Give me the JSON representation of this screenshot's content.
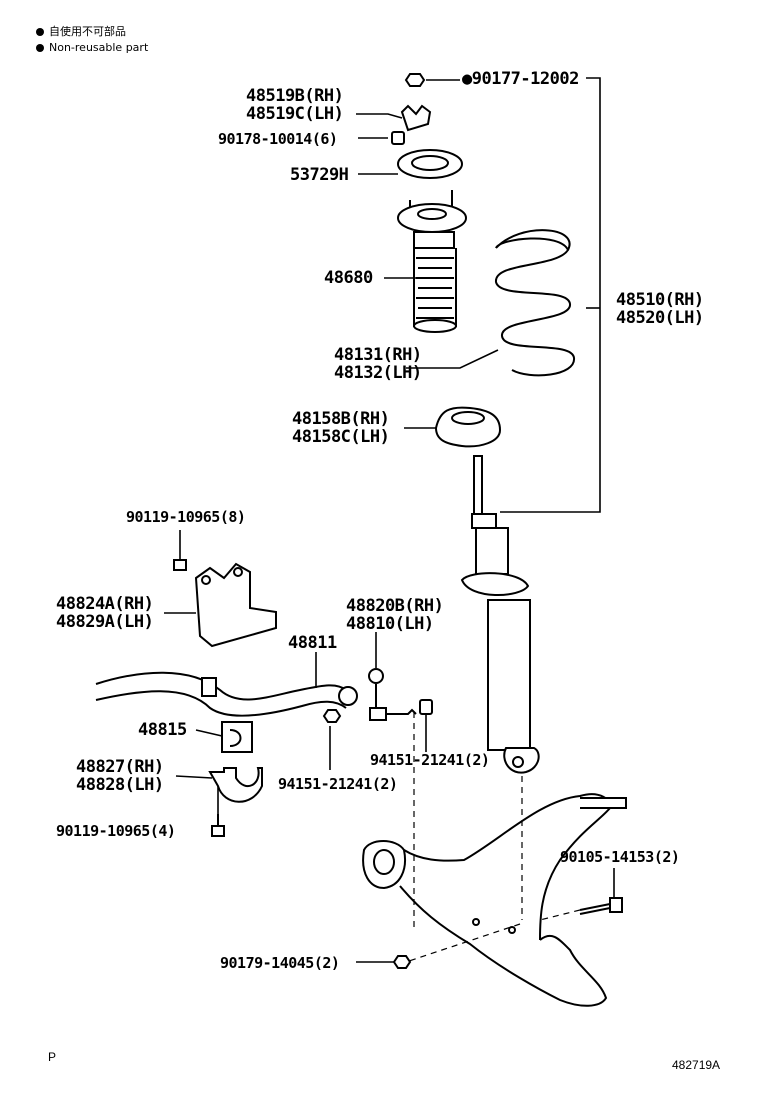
{
  "legend": {
    "line1": "自使用不可部品",
    "line2": "Non-reusable part"
  },
  "labels": {
    "p90177": "●90177-12002",
    "p48519b": "48519B(RH)",
    "p48519c": "48519C(LH)",
    "p90178": "90178-10014(6)",
    "p53729": "53729H",
    "p48680": "48680",
    "p48510": "48510(RH)",
    "p48520": "48520(LH)",
    "p48131": "48131(RH)",
    "p48132": "48132(LH)",
    "p48158b": "48158B(RH)",
    "p48158c": "48158C(LH)",
    "p90119a": "90119-10965(8)",
    "p48824": "48824A(RH)",
    "p48829": "48829A(LH)",
    "p48820": "48820B(RH)",
    "p48810": "48810(LH)",
    "p48811": "48811",
    "p48815": "48815",
    "p94151a": "94151-21241(2)",
    "p94151b": "94151-21241(2)",
    "p48827": "48827(RH)",
    "p48828": "48828(LH)",
    "p90119b": "90119-10965(4)",
    "p90105": "90105-14153(2)",
    "p90179": "90179-14045(2)"
  },
  "footer": {
    "left": "P",
    "right": "482719A"
  }
}
